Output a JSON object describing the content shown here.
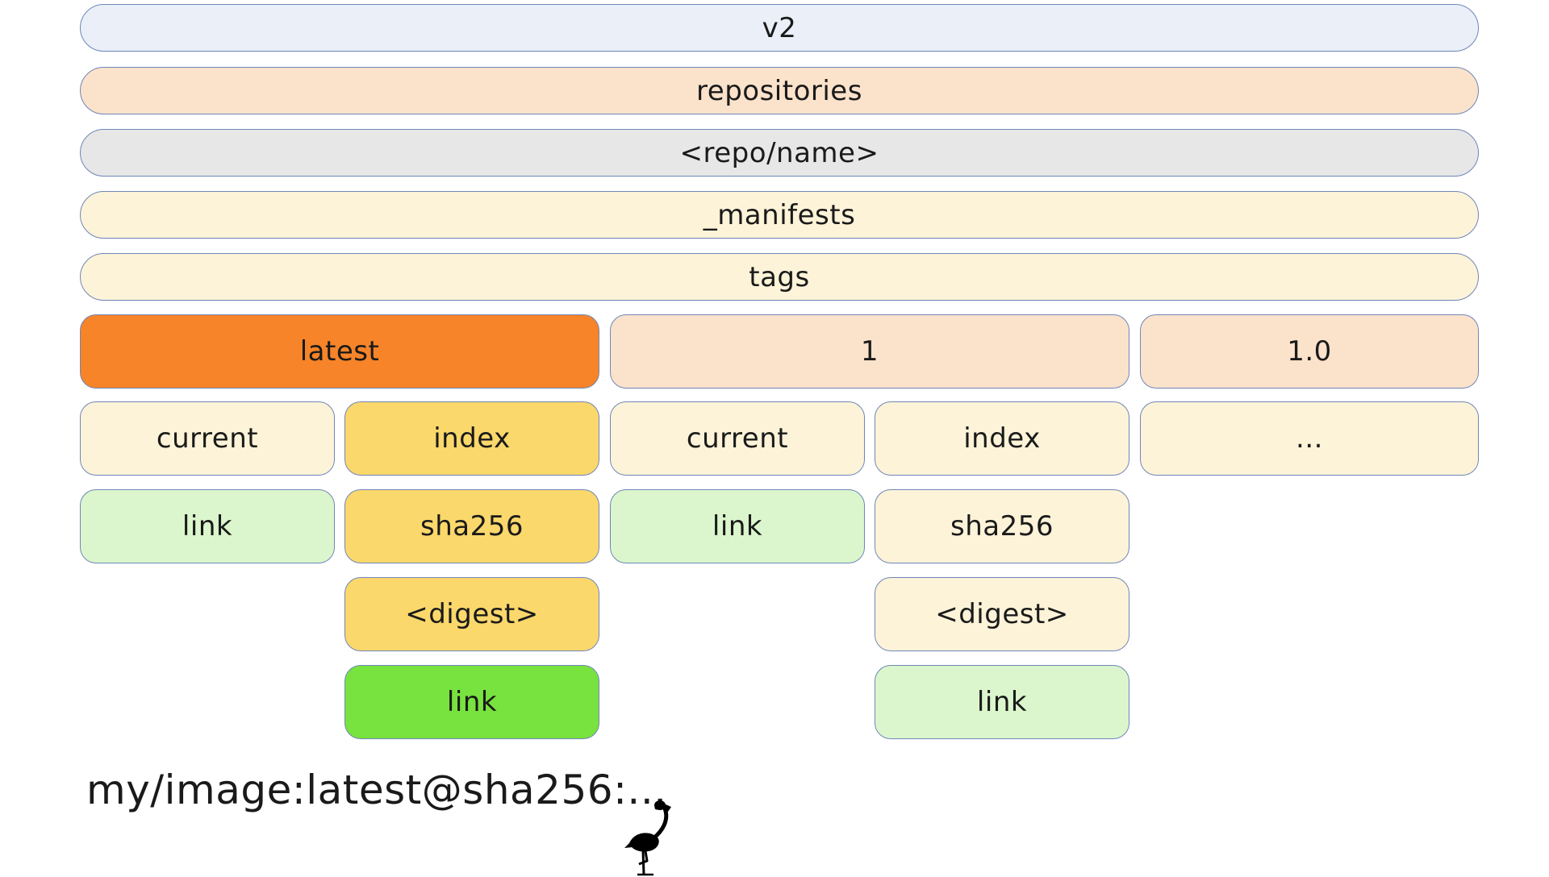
{
  "levels": {
    "v2": "v2",
    "repositories": "repositories",
    "repo_name": "<repo/name>",
    "manifests": "_manifests",
    "tags": "tags"
  },
  "tags": {
    "latest": {
      "label": "latest",
      "current": "current",
      "current_link": "link",
      "index": "index",
      "index_sha256": "sha256",
      "index_digest": "<digest>",
      "index_link": "link"
    },
    "t1": {
      "label": "1",
      "current": "current",
      "current_link": "link",
      "index": "index",
      "index_sha256": "sha256",
      "index_digest": "<digest>",
      "index_link": "link"
    },
    "t10": {
      "label": "1.0",
      "ellipsis": "..."
    }
  },
  "caption": "my/image:latest@sha256:...",
  "icons": {
    "mascot": "flamingo-icon"
  },
  "colors": {
    "highlight_orange": "#f78428",
    "highlight_yellow": "#fbd86b",
    "highlight_green": "#78e23f",
    "peach": "#fbe2cb",
    "cream": "#fdf3d8",
    "light_green": "#dbf6cc",
    "blue": "#eaeff8",
    "grey": "#e7e7e7",
    "border": "#6f86b8"
  }
}
